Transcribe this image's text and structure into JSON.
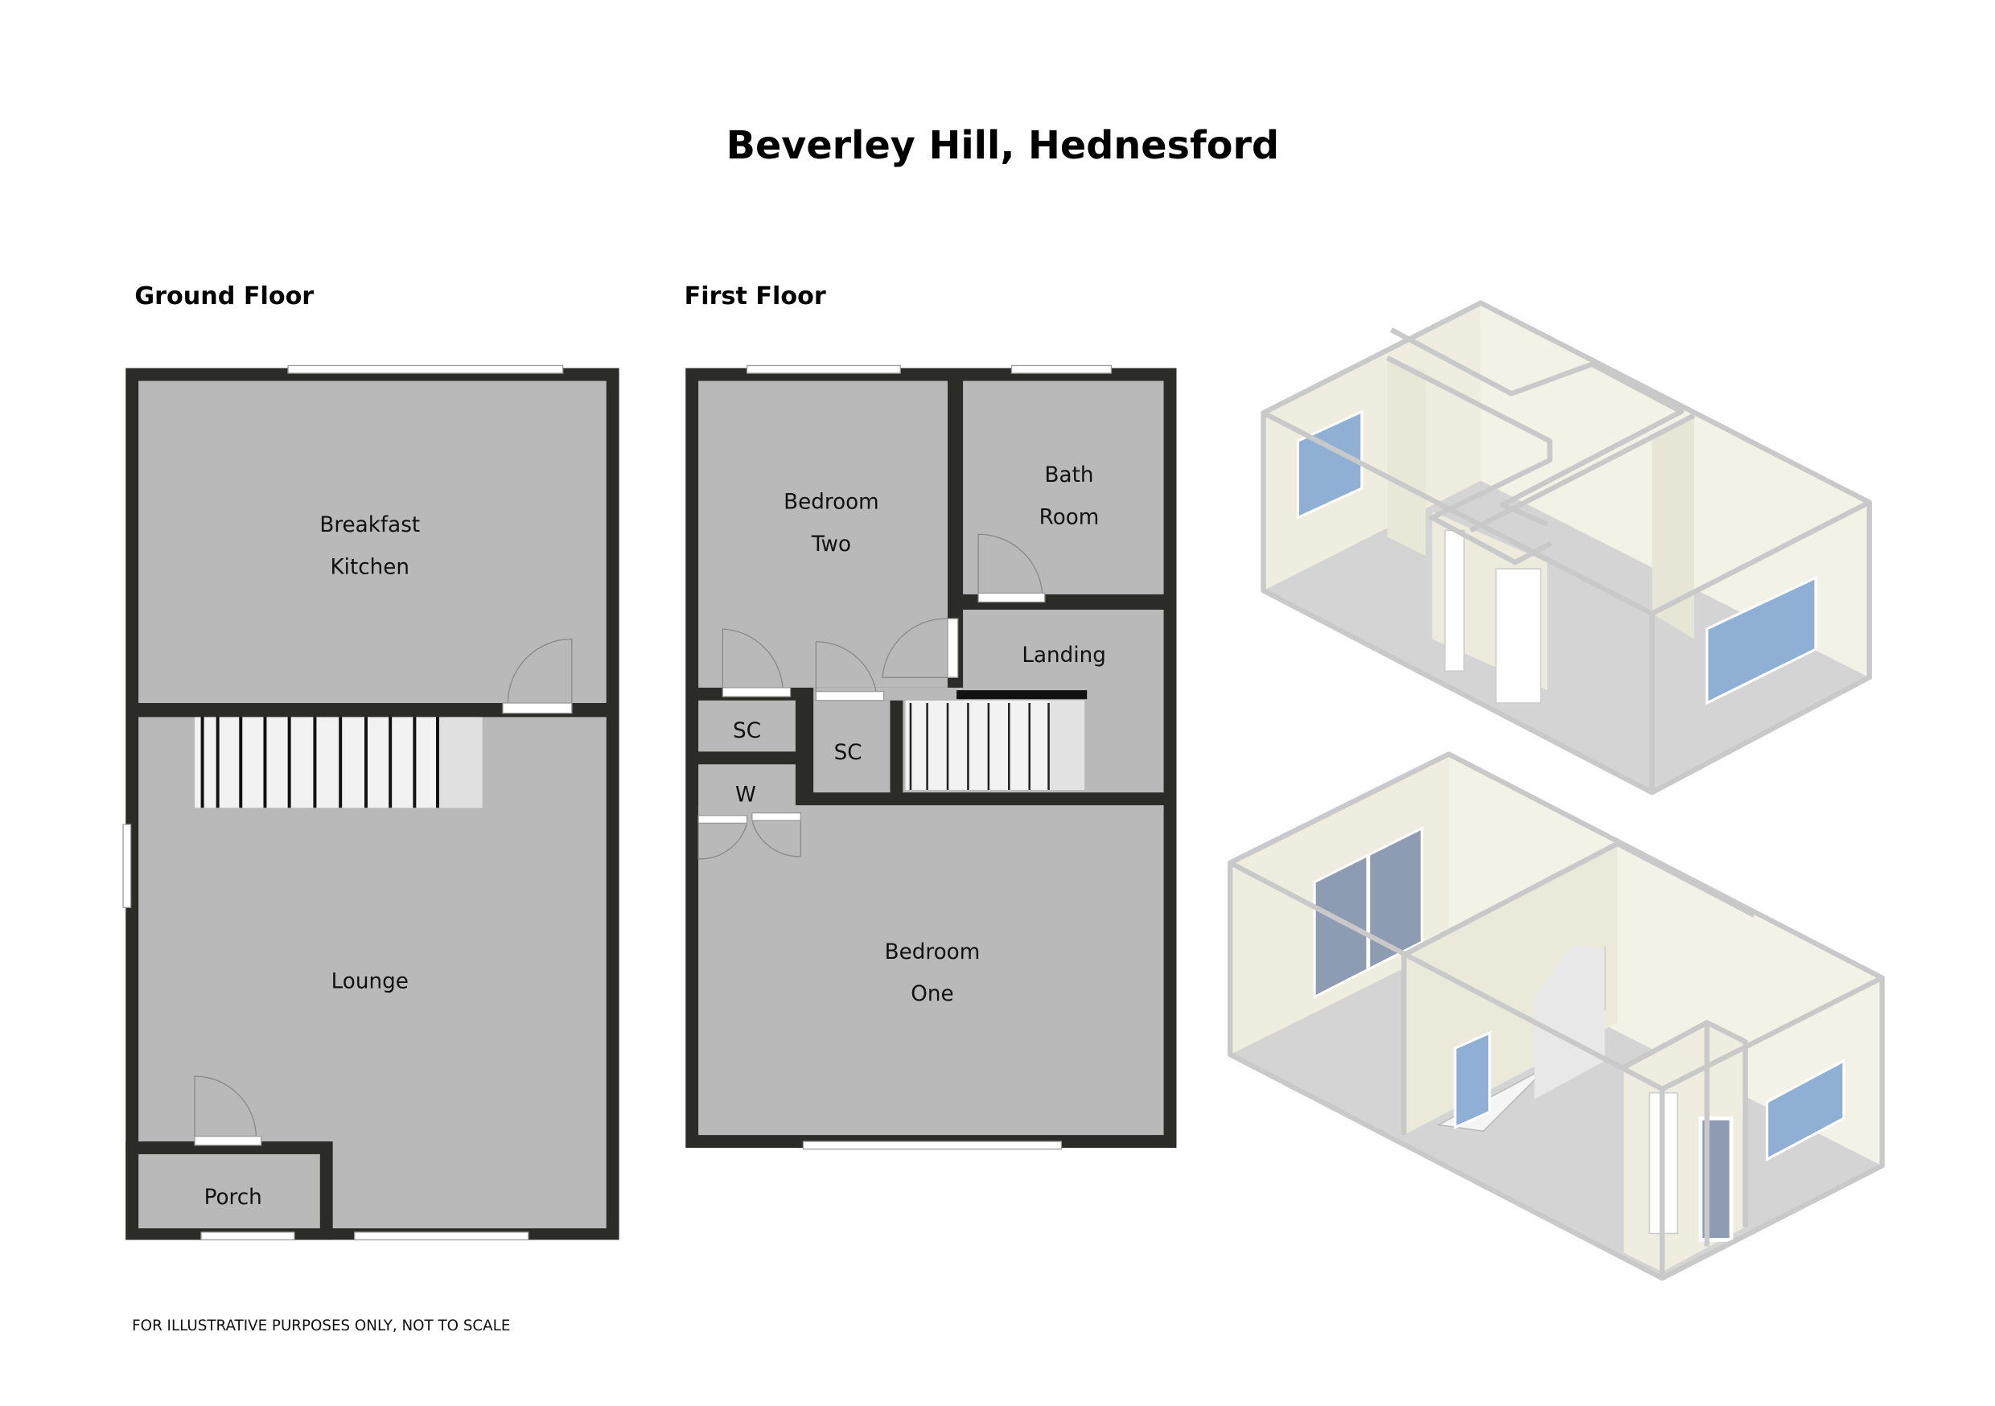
{
  "title": "Beverley Hill, Hednesford",
  "ground_floor": {
    "heading": "Ground Floor",
    "rooms": [
      "Breakfast",
      "Kitchen",
      "Lounge",
      "Porch"
    ]
  },
  "first_floor": {
    "heading": "First Floor",
    "rooms": {
      "bedroom_two": [
        "Bedroom",
        "Two"
      ],
      "bathroom": [
        "Bath",
        "Room"
      ],
      "landing": "Landing",
      "sc1": "SC",
      "sc2": "SC",
      "w": "W",
      "bedroom_one": [
        "Bedroom",
        "One"
      ]
    }
  },
  "disclaimer": "FOR ILLUSTRATIVE PURPOSES ONLY, NOT TO SCALE",
  "colors": {
    "wall": "#2b2b27",
    "floor": "#b9b9b9",
    "wall_3d": "#efeee2",
    "glass": "#8fb0d4"
  }
}
